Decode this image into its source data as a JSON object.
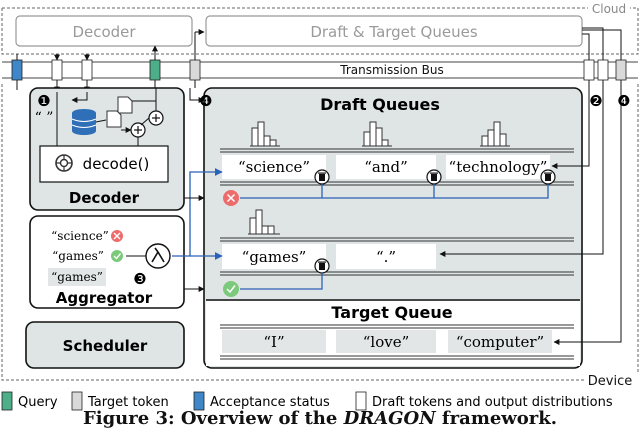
{
  "cloud": {
    "label": "Cloud",
    "decoder_label": "Decoder",
    "queues_label": "Draft & Target Queues"
  },
  "bus": {
    "label": "Transmission Bus"
  },
  "device": {
    "label": "Device",
    "decoder": {
      "title": "Decoder",
      "decode_label": "decode()",
      "quote_mark": "“ ”"
    },
    "aggregator": {
      "title": "Aggregator",
      "candidates": [
        {
          "text": "“science”",
          "status": "rejected"
        },
        {
          "text": "“games”",
          "status": "accepted"
        }
      ],
      "selected": "“games”"
    },
    "scheduler": {
      "title": "Scheduler"
    }
  },
  "draft_queues": {
    "title": "Draft Queues",
    "row1": [
      "“science”",
      "“and”",
      "“technology”"
    ],
    "row2": [
      "“games”",
      "“.”"
    ]
  },
  "target_queue": {
    "title": "Target Queue",
    "tokens": [
      "“I”",
      "“love”",
      "“computer”"
    ]
  },
  "steps": [
    "❶",
    "❷",
    "❸",
    "❹"
  ],
  "legend": [
    {
      "label": "Query",
      "color": "#4daf8a"
    },
    {
      "label": "Target token",
      "color": "#d9d9d9"
    },
    {
      "label": "Acceptance status",
      "color": "#3f87c9"
    },
    {
      "label": "Draft tokens and output distributions",
      "color": "#ffffff"
    }
  ],
  "caption": {
    "prefix": "Figure 3: Overview of the ",
    "name": "DRAGON",
    "suffix": " framework."
  },
  "colors": {
    "panel": "#dfe5e5",
    "tokenbox": "#ffffff",
    "reject": "#ee6b6b",
    "accept": "#7cc97c",
    "wire": "#2a62b8",
    "query": "#4daf8a",
    "accept_status": "#3f87c9"
  }
}
